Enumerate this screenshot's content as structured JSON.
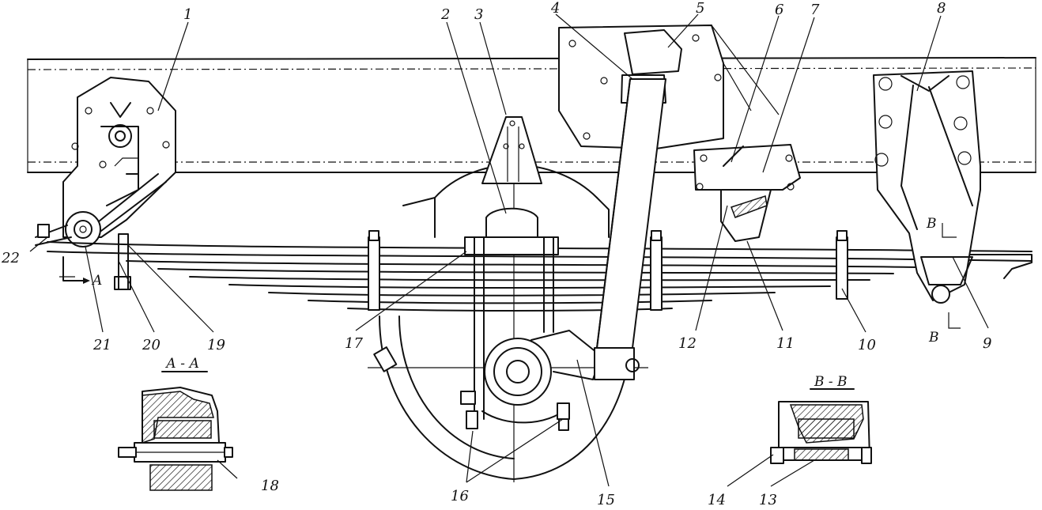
{
  "callouts": [
    "1",
    "2",
    "3",
    "4",
    "5",
    "6",
    "7",
    "8",
    "9",
    "10",
    "11",
    "12",
    "13",
    "14",
    "15",
    "16",
    "17",
    "18",
    "19",
    "20",
    "21",
    "22"
  ],
  "section_labels": {
    "a_a": "А - А",
    "b_b": "В - В",
    "a_arrow": "A",
    "b_top": "В",
    "b_bottom": "В"
  }
}
